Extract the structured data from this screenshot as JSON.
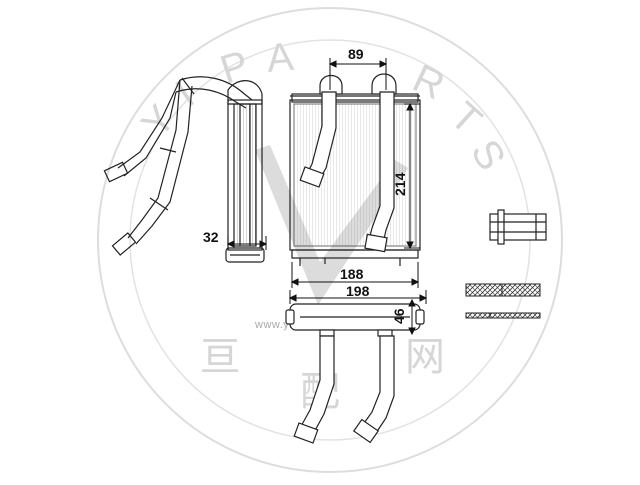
{
  "watermark": {
    "brand": "YIPARTS",
    "url": "www.yiparts.com",
    "cjk_left": "亘",
    "cjk_mid": "配",
    "cjk_right": "网",
    "color": "#c8c8c8"
  },
  "dimensions": {
    "d_89": "89",
    "d_214": "214",
    "d_32": "32",
    "d_188": "188",
    "d_198": "198",
    "d_46": "46"
  },
  "colors": {
    "line": "#111111",
    "fin": "#555555",
    "accent": "#6f6f6f"
  }
}
